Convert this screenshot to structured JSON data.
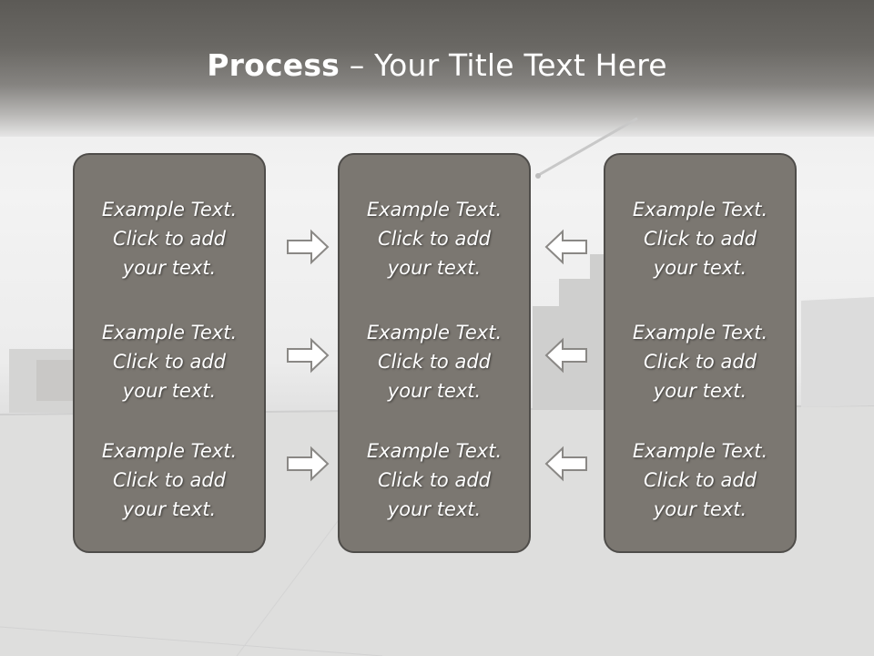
{
  "slide": {
    "title_bold": "Process",
    "title_rest": " – Your Title Text Here"
  },
  "panels": {
    "left": [
      "Example Text.\nClick  to add\nyour text.",
      "Example Text.\nClick  to add\nyour text.",
      "Example Text.\nClick  to add\nyour text."
    ],
    "center": [
      "Example Text.\nClick  to add\nyour text.",
      "Example Text.\nClick  to add\nyour text.",
      "Example Text.\nClick  to add\nyour text."
    ],
    "right": [
      "Example Text.\nClick  to add\nyour text.",
      "Example Text.\nClick  to add\nyour text.",
      "Example Text.\nClick  to add\nyour text."
    ]
  },
  "icons": {
    "left_arrows": "arrow-right-icon",
    "right_arrows": "arrow-left-icon"
  },
  "colors": {
    "panel_fill": "#7b7771",
    "panel_border": "#4f4d4a",
    "header_band": "#5c5a56",
    "arrow_stroke": "#8a8885",
    "text": "#ffffff"
  }
}
